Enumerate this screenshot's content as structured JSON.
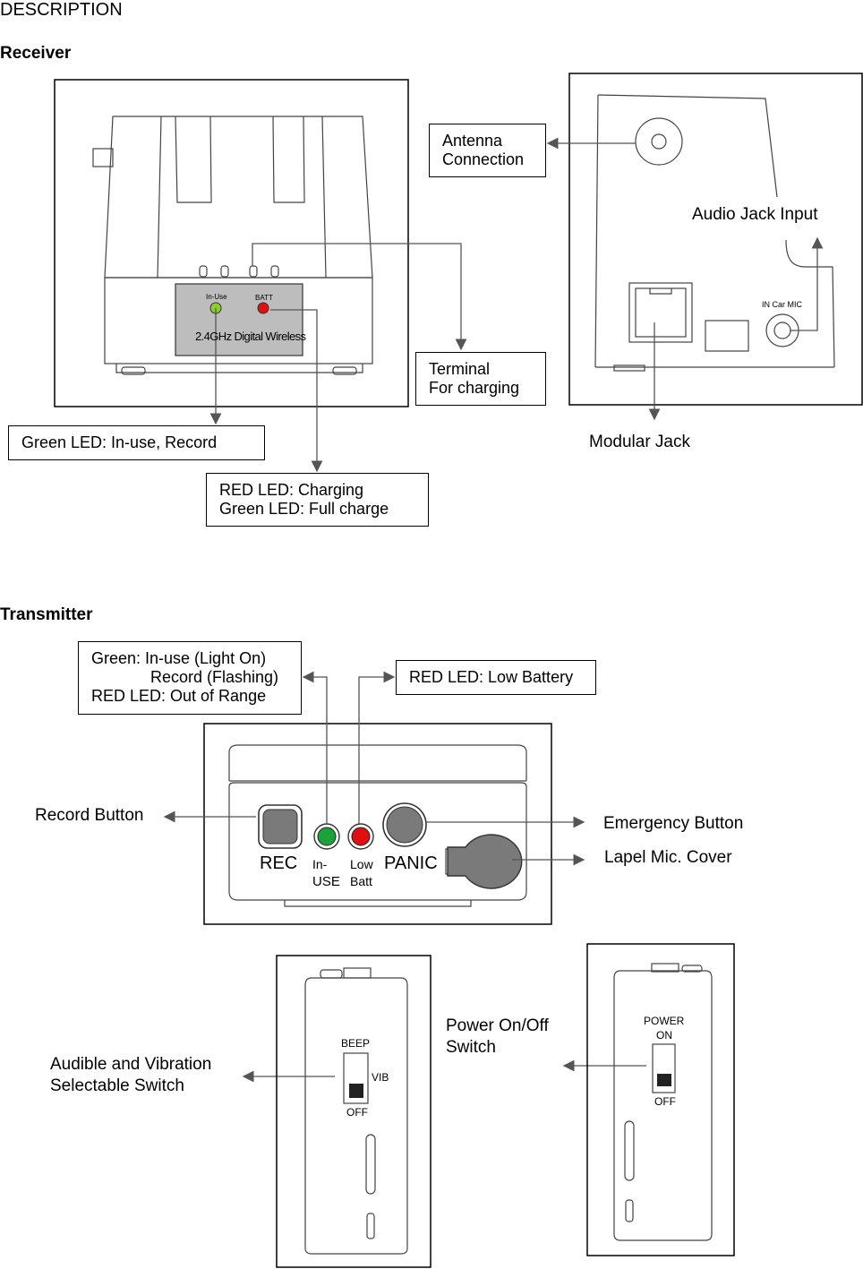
{
  "heading": "DESCRIPTION",
  "receiver": {
    "title": "Receiver",
    "device_labels": {
      "in_use": "In-Use",
      "batt": "BATT",
      "model": "2.4GHz Digital Wireless",
      "in_car_mic": "IN Car MIC"
    },
    "callouts": {
      "antenna": [
        "Antenna",
        "Connection"
      ],
      "terminal": [
        "Terminal",
        "For charging"
      ],
      "green_led": "Green LED: In-use, Record",
      "red_led": [
        "RED LED: Charging",
        "Green LED: Full charge"
      ],
      "audio_jack": "Audio Jack Input",
      "modular_jack": "Modular Jack"
    }
  },
  "transmitter": {
    "title": "Transmitter",
    "device_labels": {
      "rec": "REC",
      "in_use_1": "In-",
      "in_use_2": "USE",
      "low_1": "Low",
      "low_2": "Batt",
      "panic": "PANIC",
      "beep": "BEEP",
      "vib": "VIB",
      "off": "OFF",
      "power": "POWER",
      "on": "ON",
      "off2": "OFF"
    },
    "callouts": {
      "green_status": [
        "Green: In-use (Light On)",
        "Record (Flashing)",
        "RED LED: Out of Range"
      ],
      "red_low_battery": "RED LED: Low Battery",
      "record_button": "Record Button",
      "emergency_button": "Emergency Button",
      "lapel_mic": "Lapel Mic. Cover",
      "audible_vibration": [
        "Audible and Vibration",
        "Selectable Switch"
      ],
      "power_switch": [
        "Power On/Off",
        "Switch"
      ]
    }
  },
  "colors": {
    "green_led": "#1aa33a",
    "red_led": "#e01010",
    "receiver_green_led": "#8ccf2a",
    "arrow": "#555555"
  }
}
